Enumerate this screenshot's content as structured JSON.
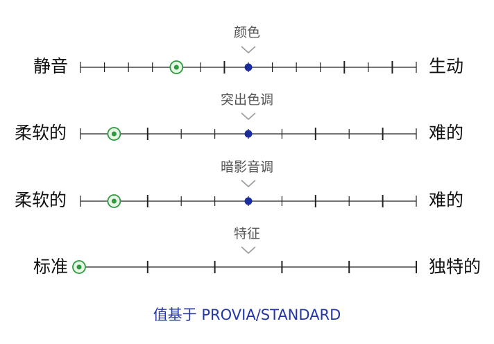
{
  "sliders": [
    {
      "title": "颜色",
      "left_label": "静音",
      "right_label": "生动",
      "ticks": 15,
      "major_ticks": [
        6,
        11,
        13
      ],
      "center_index": 7,
      "selected_index": 4
    },
    {
      "title": "突出色调",
      "left_label": "柔软的",
      "right_label": "难的",
      "ticks": 11,
      "major_ticks": [
        2,
        7,
        9
      ],
      "center_index": 5,
      "selected_index": 1
    },
    {
      "title": "暗影音调",
      "left_label": "柔软的",
      "right_label": "难的",
      "ticks": 11,
      "major_ticks": [
        2,
        7,
        9
      ],
      "center_index": 5,
      "selected_index": 1
    },
    {
      "title": "特征",
      "left_label": "标准",
      "right_label": "独特的",
      "ticks": 6,
      "major_ticks": [
        1,
        2,
        3,
        4,
        5
      ],
      "center_index": null,
      "selected_index": 0
    }
  ],
  "footer_text": "值基于 PROVIA/STANDARD",
  "colors": {
    "center_dot": "#1b2c9e",
    "selected_ring": "#2e9a3e",
    "selected_fill": "#e8f6e8",
    "track": "#222222",
    "caret": "#9a9a9a",
    "footer": "#2336a7"
  }
}
